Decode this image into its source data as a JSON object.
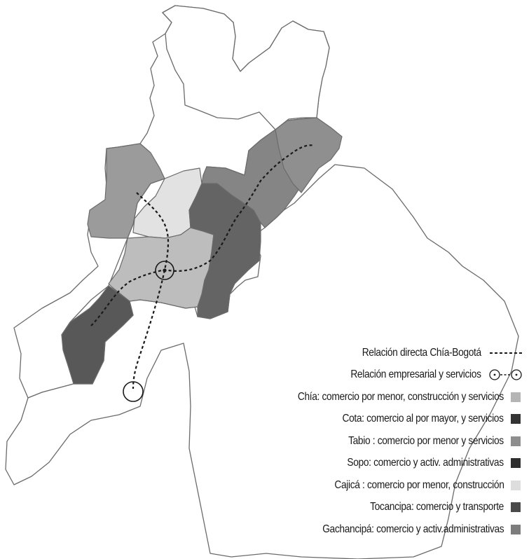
{
  "map": {
    "colors": {
      "boundary": "#6b6b6b",
      "background_region": "#ffffff",
      "chia": "#bdbdbd",
      "cota": "#585858",
      "tabio": "#9b9b9b",
      "sopo": "#7a7a7a",
      "cajica": "#e2e2e2",
      "tocancipa": "#8f8f8f",
      "gachancipa": "#8a8a8a",
      "route": "#1a1a1a"
    }
  },
  "legend": {
    "items": [
      {
        "label": "Relación directa Chía-Bogotá",
        "symbol": "dotted-line"
      },
      {
        "label": "Relación empresarial y servicios",
        "symbol": "circle-dotted-line"
      },
      {
        "label": "Chía: comercio por menor, construcción y servicios",
        "symbol": "swatch",
        "color": "#b5b5b5"
      },
      {
        "label": "Cota: comercio al por mayor, y servicios",
        "symbol": "swatch",
        "color": "#333333"
      },
      {
        "label": "Tabio : comercio por menor y servicios",
        "symbol": "swatch",
        "color": "#8e8e8e"
      },
      {
        "label": "Sopo: comercio y activ. administrativas",
        "symbol": "swatch",
        "color": "#2e2e2e"
      },
      {
        "label": "Cajicá : comercio por menor, construcción",
        "symbol": "swatch",
        "color": "#dddddd"
      },
      {
        "label": "Tocancipa: comercio y transporte",
        "symbol": "swatch",
        "color": "#4a4a4a"
      },
      {
        "label": "Gachancipá: comercio y activ.administrativas",
        "symbol": "swatch",
        "color": "#7d7d7d"
      }
    ]
  }
}
